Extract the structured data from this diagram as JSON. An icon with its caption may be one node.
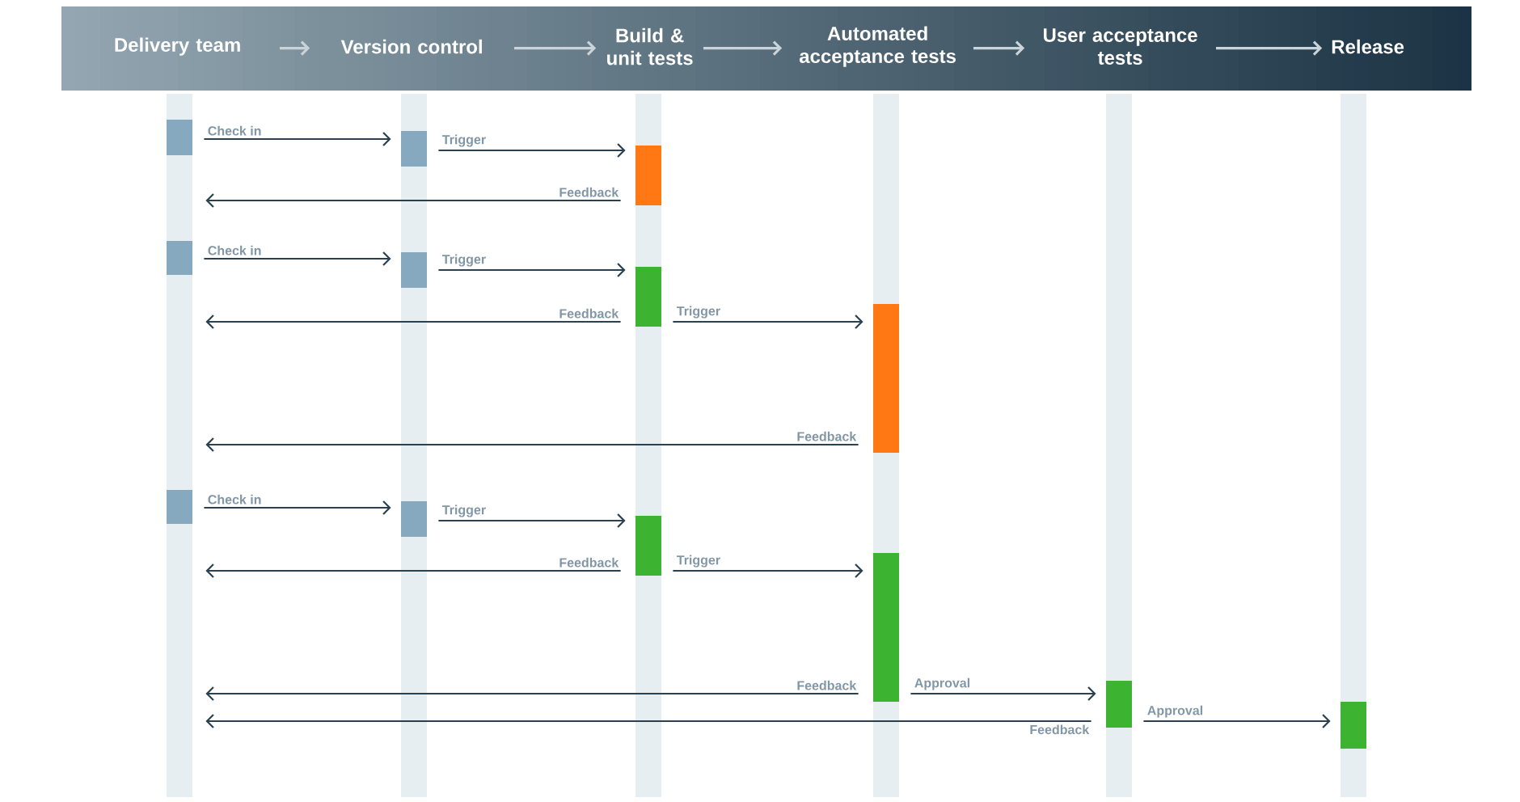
{
  "diagram": {
    "nodes": [
      {
        "text": [],
        "shape": "bar"
      },
      {
        "text": [
          "Delivery team"
        ],
        "in": 0
      },
      {
        "text": [
          "Version control"
        ],
        "in": 0
      },
      {
        "text": [
          "Build & unit tests"
        ],
        "in": 0
      },
      {
        "text": [
          "Automated acceptance tests"
        ],
        "in": 0
      },
      {
        "text": [
          "User acceptance tests"
        ],
        "in": 0
      },
      {
        "text": [
          "Release"
        ],
        "in": 0
      },
      {
        "text": [],
        "shape": "bar"
      },
      {
        "text": [],
        "shape": "bar"
      },
      {
        "text": [],
        "shape": "bar"
      },
      {
        "text": [],
        "shape": "bar"
      },
      {
        "text": [],
        "shape": "bar"
      },
      {
        "text": [],
        "shape": "bar"
      },
      {
        "text": [],
        "shape": "bar",
        "in": 7
      },
      {
        "text": [],
        "shape": "bar",
        "in": 8
      },
      {
        "text": [],
        "shape": "bar",
        "in": 9
      },
      {
        "text": [],
        "shape": "bar",
        "in": 7
      },
      {
        "text": [],
        "shape": "bar",
        "in": 8
      },
      {
        "text": [],
        "shape": "bar",
        "in": 9
      },
      {
        "text": [],
        "shape": "bar",
        "in": 10
      },
      {
        "text": [],
        "shape": "bar",
        "in": 7
      },
      {
        "text": [],
        "shape": "bar",
        "in": 8
      },
      {
        "text": [],
        "shape": "bar",
        "in": 9
      },
      {
        "text": [],
        "shape": "bar",
        "in": 10
      },
      {
        "text": [],
        "shape": "bar",
        "in": 11
      },
      {
        "text": [],
        "shape": "bar",
        "in": 12
      }
    ],
    "edges": [
      {
        "from": 1,
        "to": 2,
        "arrow": "to",
        "color": "#c9d3d9"
      },
      {
        "from": 2,
        "to": 3,
        "arrow": "to",
        "color": "#c9d3d9"
      },
      {
        "from": 3,
        "to": 4,
        "arrow": "to",
        "color": "#c9d3d9"
      },
      {
        "from": 4,
        "to": 5,
        "arrow": "to",
        "color": "#c9d3d9"
      },
      {
        "from": 5,
        "to": 6,
        "arrow": "to",
        "color": "#c9d3d9"
      },
      {
        "from": 13,
        "to": 14,
        "arrow": "to",
        "label": "Check in"
      },
      {
        "from": 14,
        "to": 15,
        "arrow": "to",
        "label": "Trigger"
      },
      {
        "from": 15,
        "to": 7,
        "arrow": "to",
        "label": "Feedback"
      },
      {
        "from": 16,
        "to": 17,
        "arrow": "to",
        "label": "Check in"
      },
      {
        "from": 17,
        "to": 18,
        "arrow": "to",
        "label": "Trigger"
      },
      {
        "from": 18,
        "to": 7,
        "arrow": "to",
        "label": "Feedback"
      },
      {
        "from": 18,
        "to": 19,
        "arrow": "to",
        "label": "Trigger"
      },
      {
        "from": 19,
        "to": 7,
        "arrow": "to",
        "label": "Feedback"
      },
      {
        "from": 20,
        "to": 21,
        "arrow": "to",
        "label": "Check in"
      },
      {
        "from": 21,
        "to": 22,
        "arrow": "to",
        "label": "Trigger"
      },
      {
        "from": 22,
        "to": 7,
        "arrow": "to",
        "label": "Feedback"
      },
      {
        "from": 22,
        "to": 23,
        "arrow": "to",
        "label": "Trigger"
      },
      {
        "from": 23,
        "to": 7,
        "arrow": "to",
        "label": "Feedback"
      },
      {
        "from": 23,
        "to": 24,
        "arrow": "to",
        "label": "Approval"
      },
      {
        "from": 24,
        "to": 7,
        "arrow": "to",
        "label": "Feedback"
      },
      {
        "from": 24,
        "to": 25,
        "arrow": "to",
        "label": "Approval"
      }
    ]
  }
}
